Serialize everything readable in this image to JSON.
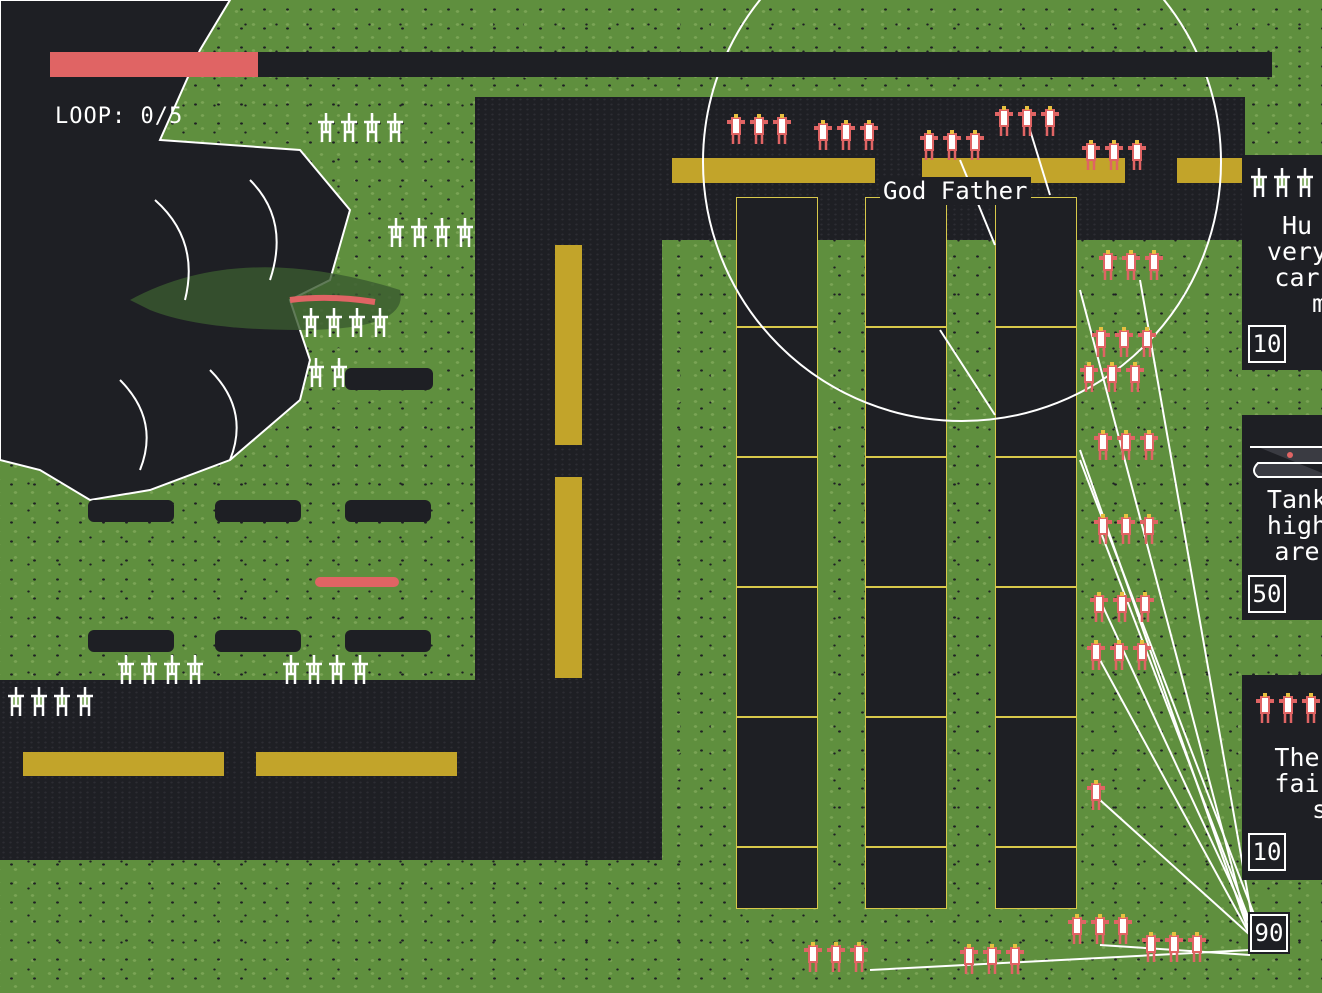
{
  "hud": {
    "loop_label": "LOOP: 0/5",
    "health_fraction": 0.17,
    "health_color": "#e06464"
  },
  "boss": {
    "name": "God Father"
  },
  "cards": [
    {
      "icon": "allied-infantry-icon",
      "text": "Hu\nvery\ncar\n   m",
      "cost": "10"
    },
    {
      "icon": "tank-icon",
      "text": "Tank\nhigh\nare",
      "cost": "50"
    },
    {
      "icon": "enemy-infantry-icon",
      "text": "The\nfai\n   s",
      "cost": "10"
    }
  ],
  "total_badge": "90",
  "colors": {
    "grass": "#5f8f3e",
    "dark": "#1e1f24",
    "road": "#c2a42a",
    "enemy": "#e06464"
  }
}
